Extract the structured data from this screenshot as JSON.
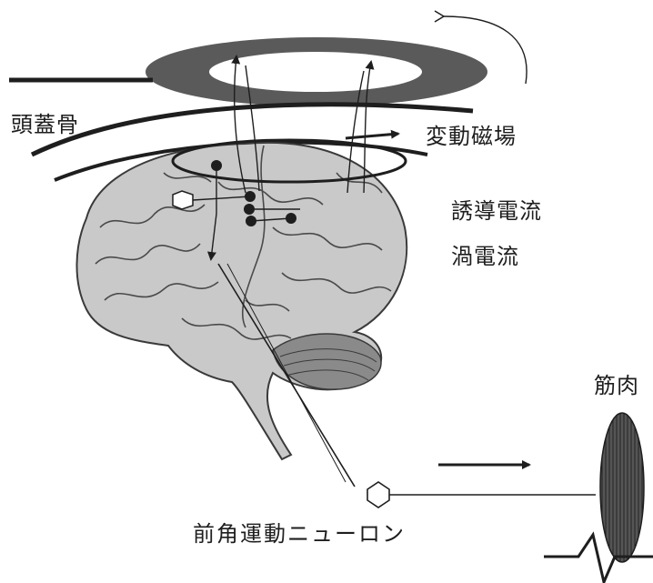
{
  "labels": {
    "skull": "頭蓋骨",
    "changing_field": "変動磁場",
    "induced_current": "誘導電流",
    "eddy_current": "渦電流",
    "muscle": "筋肉",
    "anterior_horn_neuron": "前角運動ニューロン"
  },
  "colors": {
    "ink": "#1e1e1e",
    "coil": "#5a5a5a",
    "brain_fill": "#c9c9c9",
    "brain_shade": "#8a8a8a",
    "muscle": "#3a3a3a"
  }
}
